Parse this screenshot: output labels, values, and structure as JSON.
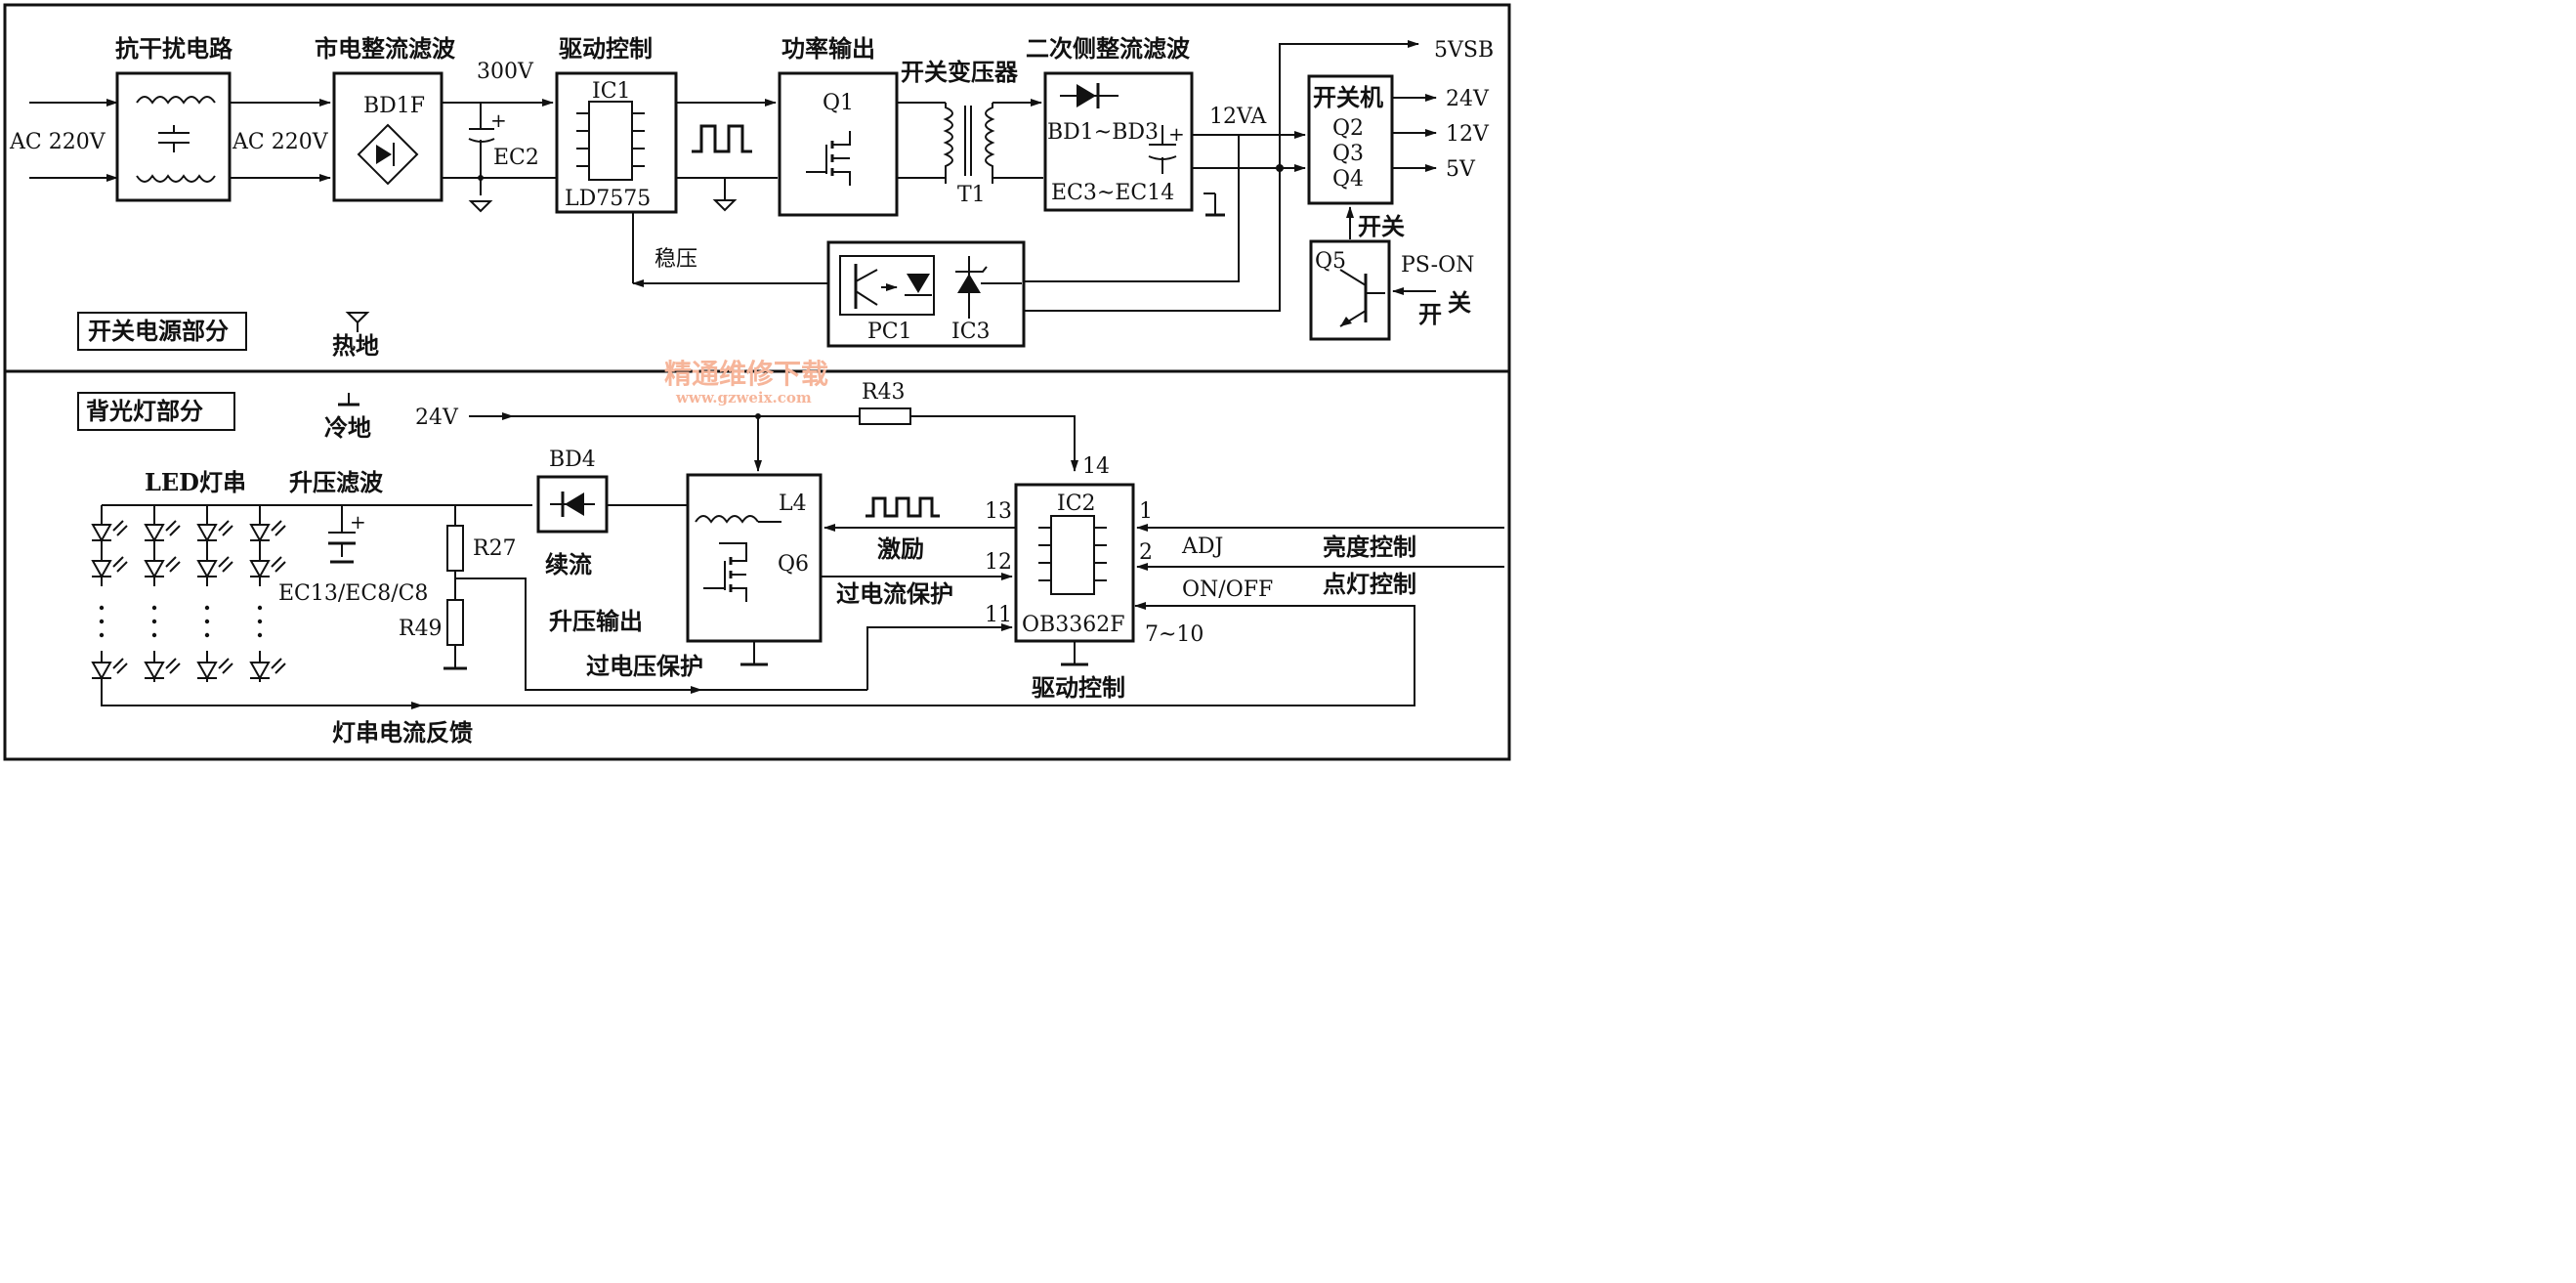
{
  "top": {
    "section_label": "开关电源部分",
    "ac_in": "AC 220V",
    "ac_mid": "AC 220V",
    "emi": {
      "title": "抗干扰电路"
    },
    "rectifier": {
      "title": "市电整流滤波",
      "part": "BD1F"
    },
    "v300": "300V",
    "ec2": "EC2",
    "driver": {
      "title": "驱动控制",
      "ic": "IC1",
      "chip": "LD7575"
    },
    "power": {
      "title": "功率输出",
      "q": "Q1"
    },
    "transformer": {
      "title": "开关变压器",
      "t": "T1"
    },
    "secondary": {
      "title": "二次侧整流滤波",
      "bd": "BD1~BD3",
      "ec": "EC3~EC14"
    },
    "v12va": "12VA",
    "switch": {
      "title": "开关机",
      "q2": "Q2",
      "q3": "Q3",
      "q4": "Q4"
    },
    "outputs": [
      "5VSB",
      "24V",
      "12V",
      "5V"
    ],
    "switch_ctrl": "开关",
    "q5": "Q5",
    "ps_on": "PS-ON",
    "ps_on_sub_a": "开",
    "ps_on_sub_b": "关",
    "regulation": "稳压",
    "feedback": {
      "pc": "PC1",
      "ic": "IC3"
    },
    "hot_ground": "热地"
  },
  "watermark": {
    "line1": "精通维修下载",
    "line2": "www.gzweix.com"
  },
  "bottom": {
    "section_label": "背光灯部分",
    "cold_ground": "冷地",
    "v24": "24V",
    "r43": "R43",
    "led_string": "LED灯串",
    "boost_filter": "升压滤波",
    "ec": "EC13/EC8/C8",
    "r27": "R27",
    "r49": "R49",
    "bd4": "BD4",
    "freewheel": "续流",
    "boost_out": "升压输出",
    "l4": "L4",
    "q6": "Q6",
    "excite": "激励",
    "ocp": "过电流保护",
    "ovp": "过电压保护",
    "ic2": {
      "name": "IC2",
      "chip": "OB3362F",
      "title": "驱动控制"
    },
    "pins": {
      "p14": "14",
      "p13": "13",
      "p12": "12",
      "p11": "11",
      "p1": "1",
      "p2": "2",
      "p710": "7~10"
    },
    "adj": "ADJ",
    "onoff": "ON/OFF",
    "brightness": "亮度控制",
    "light_ctrl": "点灯控制",
    "current_fb": "灯串电流反馈"
  }
}
